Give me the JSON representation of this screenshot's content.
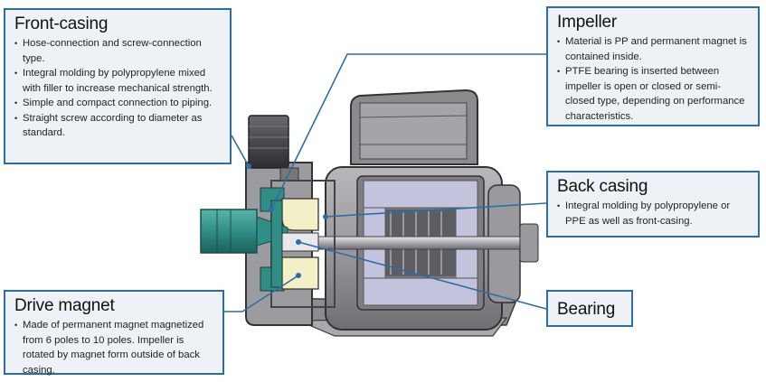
{
  "callouts": {
    "front_casing": {
      "title": "Front-casing",
      "bullets": [
        "Hose-connection and screw-connection type.",
        "Integral molding by polypropylene mixed with filler to increase mechanical strength.",
        "Simple and compact connection to piping.",
        "Straight screw according to diameter as standard."
      ]
    },
    "drive_magnet": {
      "title": "Drive magnet",
      "bullets": [
        "Made of permanent magnet magnetized from 6 poles to 10 poles. Impeller is rotated by magnet form outside of  back casing."
      ]
    },
    "impeller": {
      "title": "Impeller",
      "bullets": [
        "Material is PP and permanent magnet is contained inside.",
        "PTFE bearing is inserted between impeller is open or closed or semi-closed type, depending on performance characteristics."
      ]
    },
    "back_casing": {
      "title": "Back casing",
      "bullets": [
        "Integral molding by polypropylene or PPE as well as front-casing."
      ]
    },
    "bearing": {
      "title": "Bearing"
    }
  },
  "colors": {
    "callout_border": "#2c6ea3",
    "callout_fill": "#eef2f6",
    "pump_housing": "#8f8f93",
    "inlet_pipe": "#2f8f87",
    "magnet": "#f2eec8",
    "stator": "#b9b9d6"
  }
}
